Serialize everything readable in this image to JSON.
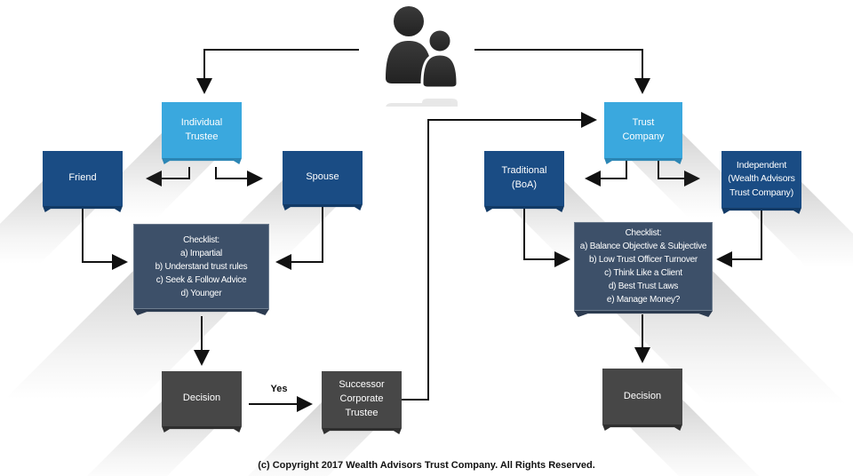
{
  "diagram": {
    "topic": "Choosing a trustee flowchart",
    "root_icon": "people-icon",
    "nodes": {
      "individual_trustee": {
        "label": "Individual\nTrustee",
        "style": "light-blue"
      },
      "friend": {
        "label": "Friend",
        "style": "dark-blue"
      },
      "spouse": {
        "label": "Spouse",
        "style": "dark-blue"
      },
      "checklist_individual": {
        "label": "Checklist:\na) Impartial\nb) Understand trust rules\nc) Seek & Follow Advice\nd) Younger",
        "style": "slate"
      },
      "decision_individual": {
        "label": "Decision",
        "style": "gray"
      },
      "successor_corporate_trustee": {
        "label": "Successor\nCorporate\nTrustee",
        "style": "gray"
      },
      "trust_company": {
        "label": "Trust\nCompany",
        "style": "light-blue"
      },
      "traditional": {
        "label": "Traditional\n(BoA)",
        "style": "dark-blue"
      },
      "independent": {
        "label": "Independent\n(Wealth Advisors\nTrust Company)",
        "style": "dark-blue"
      },
      "checklist_company": {
        "label": "Checklist:\na) Balance Objective & Subjective\nb) Low Trust Officer Turnover\nc) Think Like a Client\nd) Best Trust Laws\ne) Manage Money?",
        "style": "slate"
      },
      "decision_company": {
        "label": "Decision",
        "style": "gray"
      }
    },
    "edge_labels": {
      "yes": "Yes"
    },
    "colors": {
      "light_blue": "#3aa8de",
      "dark_blue": "#1a4c84",
      "slate_blue": "#3d5069",
      "dark_gray": "#474747",
      "arrow": "#111111"
    }
  },
  "footer": {
    "copyright": "(c) Copyright 2017 Wealth Advisors Trust Company. All Rights Reserved."
  }
}
